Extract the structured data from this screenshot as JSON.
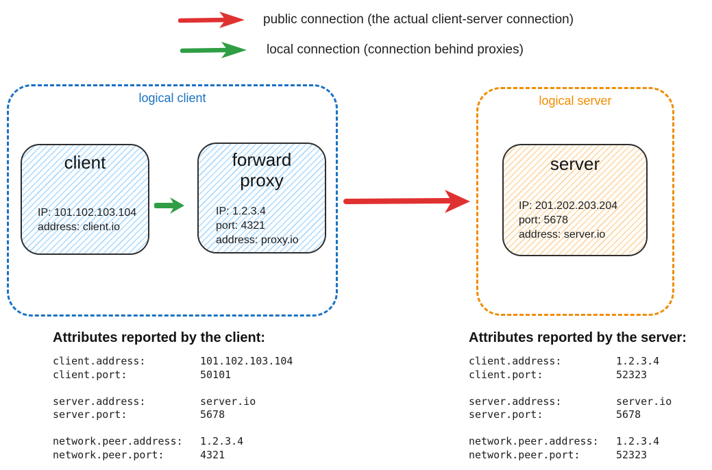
{
  "legend": {
    "items": [
      {
        "icon": "red-arrow",
        "color": "#e03131",
        "label": "public connection (the actual client-server connection)"
      },
      {
        "icon": "green-arrow",
        "color": "#2f9e44",
        "label": "local connection (connection behind proxies)"
      }
    ]
  },
  "diagram": {
    "logical_client": {
      "label": "logical client",
      "accent_color": "#1971c2",
      "client_box": {
        "title": "client",
        "lines": [
          "IP: 101.102.103.104",
          "address: client.io"
        ]
      },
      "forward_proxy_box": {
        "title": "forward proxy",
        "lines": [
          "IP: 1.2.3.4",
          "port: 4321",
          "address: proxy.io"
        ]
      }
    },
    "logical_server": {
      "label": "logical server",
      "accent_color": "#f08c00",
      "server_box": {
        "title": "server",
        "lines": [
          "IP: 201.202.203.204",
          "port: 5678",
          "address: server.io"
        ]
      }
    },
    "connections": {
      "public": {
        "color": "#e03131",
        "from": "forward proxy",
        "to": "server"
      },
      "local": {
        "color": "#2f9e44",
        "from": "client",
        "to": "forward proxy"
      }
    }
  },
  "attributes": {
    "client": {
      "title": "Attributes reported by the client:",
      "rows": [
        {
          "key": "client.address:",
          "value": "101.102.103.104"
        },
        {
          "key": "client.port:",
          "value": "50101"
        },
        {
          "key": "server.address:",
          "value": "server.io"
        },
        {
          "key": "server.port:",
          "value": "5678"
        },
        {
          "key": "network.peer.address:",
          "value": "1.2.3.4"
        },
        {
          "key": "network.peer.port:",
          "value": "4321"
        }
      ]
    },
    "server": {
      "title": "Attributes reported by the server:",
      "rows": [
        {
          "key": "client.address:",
          "value": "1.2.3.4"
        },
        {
          "key": "client.port:",
          "value": "52323"
        },
        {
          "key": "server.address:",
          "value": "server.io"
        },
        {
          "key": "server.port:",
          "value": "5678"
        },
        {
          "key": "network.peer.address:",
          "value": "1.2.3.4"
        },
        {
          "key": "network.peer.port:",
          "value": "52323"
        }
      ]
    }
  }
}
